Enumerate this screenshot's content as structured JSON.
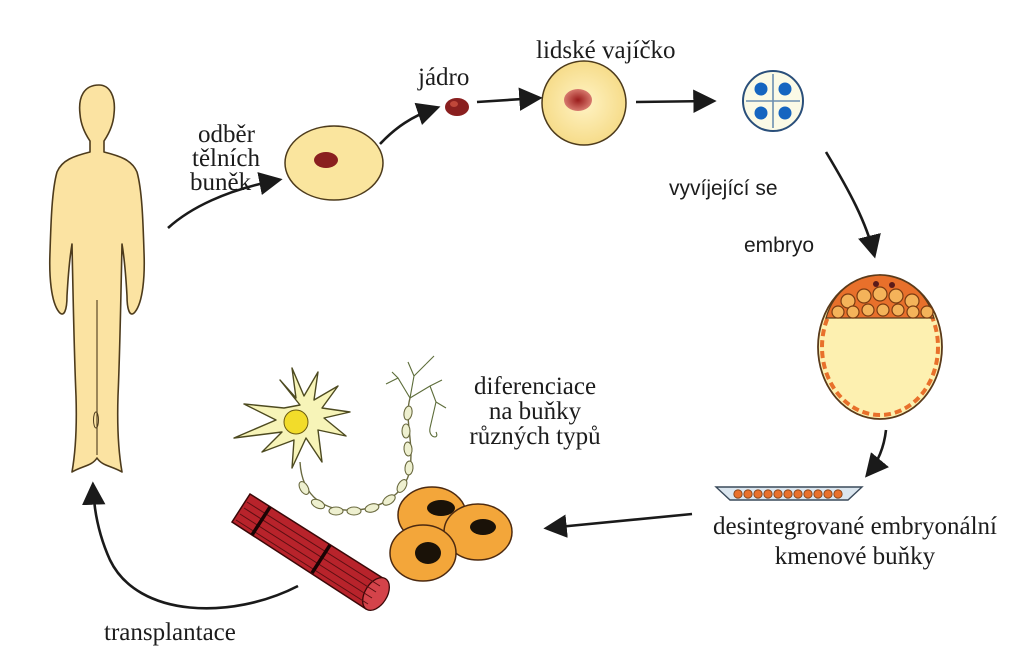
{
  "labels": {
    "body_cells_1": "odběr",
    "body_cells_2": "tělních",
    "body_cells_3": "buněk",
    "nucleus": "jádro",
    "human_egg": "lidské vajíčko",
    "developing_1": "vyvíjející se",
    "developing_2": "embryo",
    "diff_1": "diferenciace",
    "diff_2": "na buňky",
    "diff_3": "různých typů",
    "stem_1": "desintegrované embryonální",
    "stem_2": "kmenové buňky",
    "transplant": "transplantace"
  },
  "colors": {
    "skin": "#fbe3a2",
    "cell_fill": "#fae59e",
    "nucleus": "#8a1f1f",
    "embryo_blue": "#1565c0",
    "blastocyst_orange": "#e8702b",
    "red_blood_cell": "#f3a63a",
    "muscle": "#b8232b",
    "neuron": "#f7f4b8",
    "arrow": "#1a1a1a"
  },
  "icons": [
    "human-figure",
    "somatic-cell",
    "nucleus",
    "egg-cell",
    "four-cell-embryo",
    "blastocyst",
    "stem-cell-dish",
    "neuron-cell",
    "nerve-fiber",
    "red-blood-cells",
    "muscle-fiber"
  ]
}
